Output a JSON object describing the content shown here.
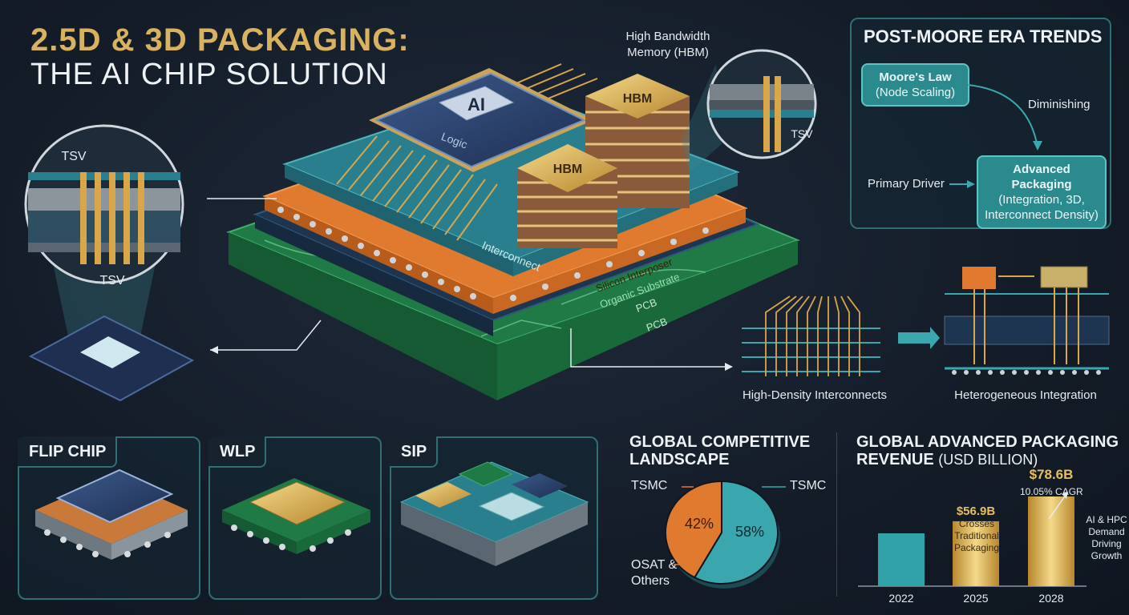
{
  "title": {
    "line1": "2.5D & 3D PACKAGING:",
    "line2": "THE AI CHIP SOLUTION"
  },
  "main_diagram": {
    "hbm_label_line1": "High Bandwidth",
    "hbm_label_line2": "Memory (HBM)",
    "ai_chip": "AI",
    "logic": "Logic",
    "hbm_stack": "HBM",
    "interconnect": "Interconnect",
    "silicon_interposer": "Silicon Interposer",
    "organic_substrate": "Organic Substrate",
    "pcb": "PCB",
    "tsv": "TSV",
    "high_density": "High-Density Interconnects",
    "heterogeneous": "Heterogeneous Integration"
  },
  "trends": {
    "title": "POST-MOORE ERA TRENDS",
    "moore_line1": "Moore's Law",
    "moore_line2": "(Node Scaling)",
    "diminishing": "Diminishing",
    "primary_driver": "Primary Driver",
    "adv_line1": "Advanced Packaging",
    "adv_line2": "(Integration, 3D,",
    "adv_line3": "Interconnect Density)"
  },
  "package_types": [
    {
      "label": "FLIP CHIP"
    },
    {
      "label": "WLP"
    },
    {
      "label": "SIP"
    }
  ],
  "competitive": {
    "title_line1": "GLOBAL COMPETITIVE",
    "title_line2": "LANDSCAPE",
    "label_tsmc_left": "TSMC",
    "label_tsmc_right": "TSMC",
    "label_osat_line1": "OSAT &",
    "label_osat_line2": "Others"
  },
  "revenue": {
    "title_line1": "GLOBAL ADVANCED PACKAGING",
    "title_line2_bold": "REVENUE",
    "title_line2_unit": "(USD BILLION)",
    "crosses_line1": "Crosses",
    "crosses_line2": "Traditional",
    "crosses_line3": "Packaging",
    "cagr": "10.05% CAGR",
    "side_line1": "AI & HPC",
    "side_line2": "Demand",
    "side_line3": "Driving",
    "side_line4": "Growth"
  },
  "chart_data": [
    {
      "type": "pie",
      "labels": [
        "OSAT & Others",
        "TSMC"
      ],
      "values": [
        42,
        58
      ],
      "value_labels": [
        "42%",
        "58%"
      ],
      "colors": [
        "#e07a2e",
        "#3aa6ad"
      ]
    },
    {
      "type": "bar",
      "categories": [
        "2022",
        "2025",
        "2028"
      ],
      "values": [
        null,
        56.9,
        78.6
      ],
      "value_labels": [
        "",
        "$56.9B",
        "$78.6B"
      ],
      "colors": [
        "#2fa3a8",
        "#d9b04f",
        "#d9b04f"
      ]
    }
  ],
  "colors": {
    "gold": "#d9b25f",
    "teal": "#3aa6ad",
    "orange": "#e07a2e",
    "green": "#2e8b4e",
    "panel_border": "#2f6f74"
  }
}
